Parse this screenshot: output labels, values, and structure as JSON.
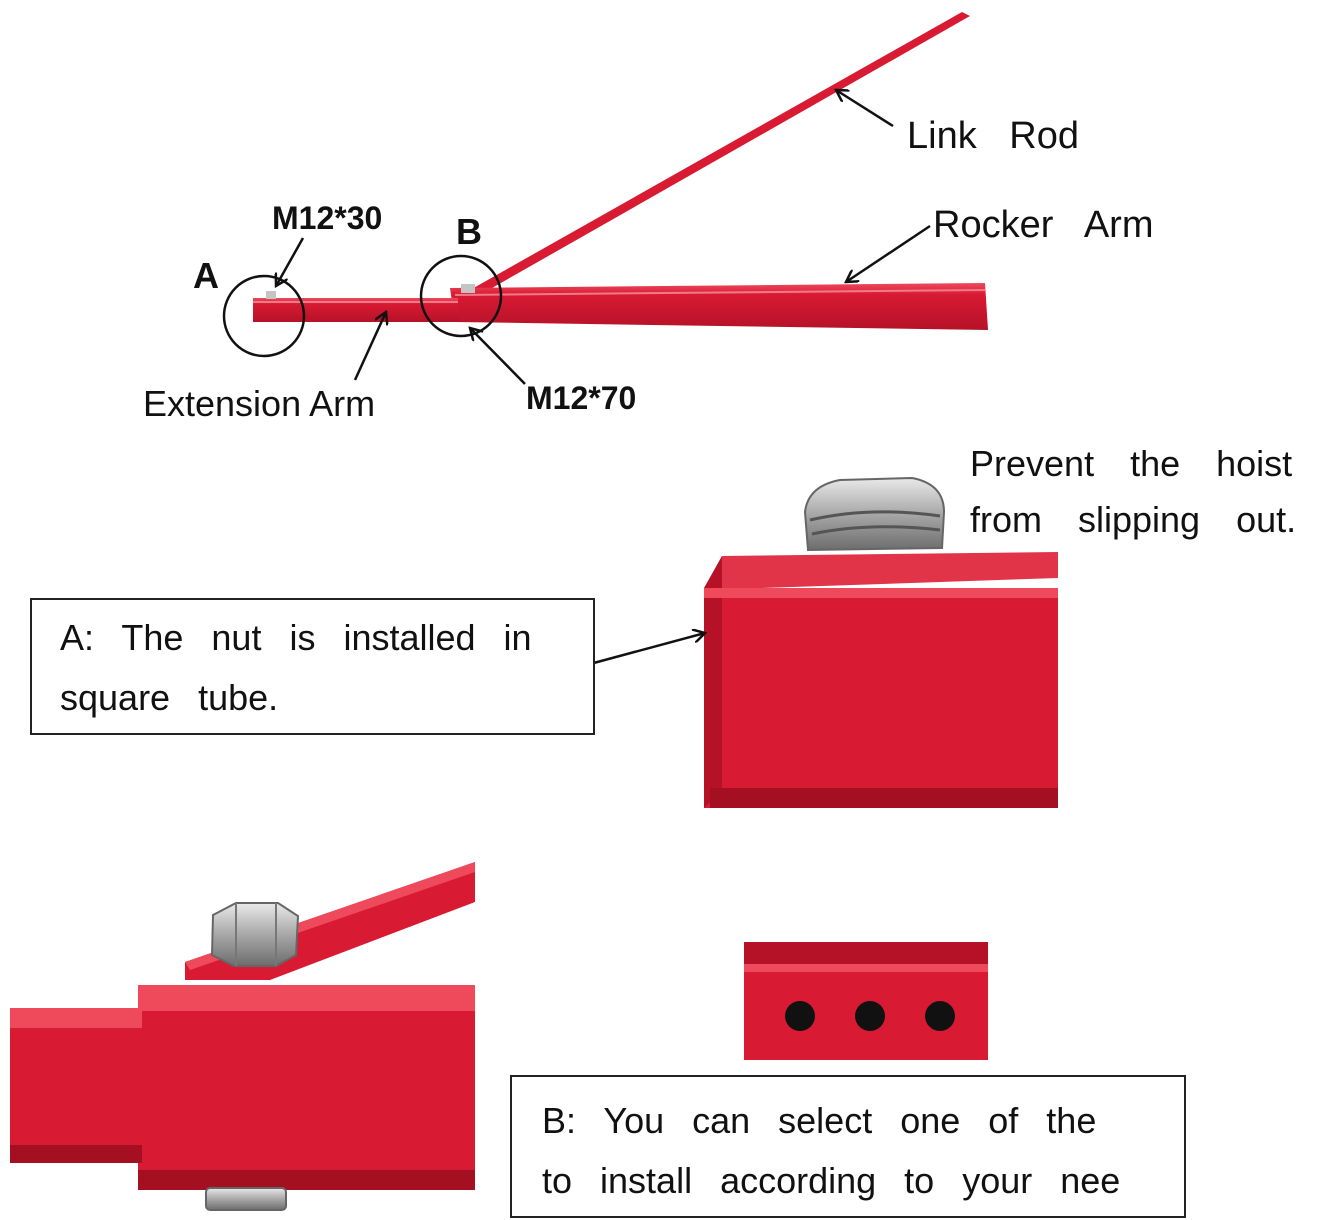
{
  "labels": {
    "link_rod": "Link Rod",
    "rocker_arm": "Rocker Arm",
    "extension_arm": "Extension Arm",
    "point_a": "A",
    "point_b": "B",
    "bolt_a": "M12*30",
    "bolt_b": "M12*70"
  },
  "note_hoist": {
    "line1": "Prevent the hoist",
    "line2": "from slipping out."
  },
  "callout_a": {
    "line1": "A: The nut is installed in",
    "line2": "square tube."
  },
  "callout_b": {
    "line1": "B: You can select one of the",
    "line2": "to install according to your nee"
  },
  "colors": {
    "tube_red": "#d81a33",
    "tube_dark": "#a40f22",
    "tube_light": "#ee4a5c",
    "steel": "#b9b9b9",
    "ink": "#111111"
  }
}
